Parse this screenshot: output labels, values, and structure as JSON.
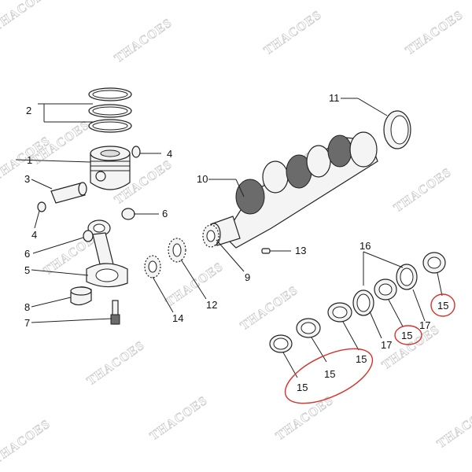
{
  "watermark": "THACOES",
  "labels": {
    "l1": "1",
    "l2": "2",
    "l3": "3",
    "l4a": "4",
    "l4b": "4",
    "l5": "5",
    "l6a": "6",
    "l6b": "6",
    "l7": "7",
    "l8": "8",
    "l9": "9",
    "l10": "10",
    "l11": "11",
    "l12": "12",
    "l13": "13",
    "l14": "14",
    "l15a": "15",
    "l15b": "15",
    "l15c": "15",
    "l15d": "15",
    "l15e": "15",
    "l16": "16",
    "l17a": "17",
    "l17b": "17"
  },
  "highlight_color": "#d9302a"
}
